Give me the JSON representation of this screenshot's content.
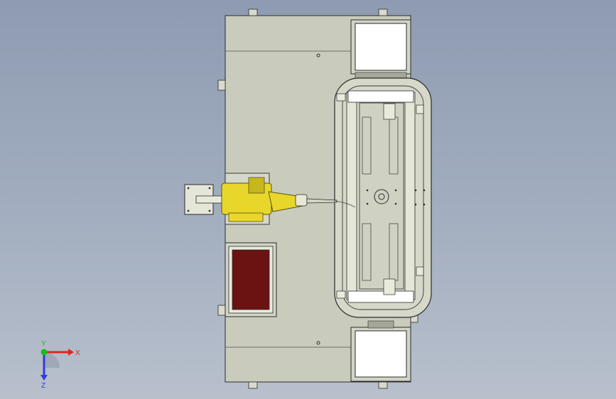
{
  "scene": {
    "background_top": "#8e9bb1",
    "background_bottom": "#b8c0cc",
    "base_color": "#c9ccbd",
    "frame_color": "#d2d4c6",
    "outline_color": "#2b2b2b",
    "robot_color": "#e8d72a",
    "robot_dark": "#5a5312",
    "glass_color": "#6b1212",
    "white_box_color": "#ffffff"
  },
  "triad": {
    "x_label": "X",
    "y_label": "Y",
    "z_label": "Z",
    "x_color": "#e0261e",
    "y_color": "#1fb81f",
    "z_color": "#2b3fd6"
  }
}
